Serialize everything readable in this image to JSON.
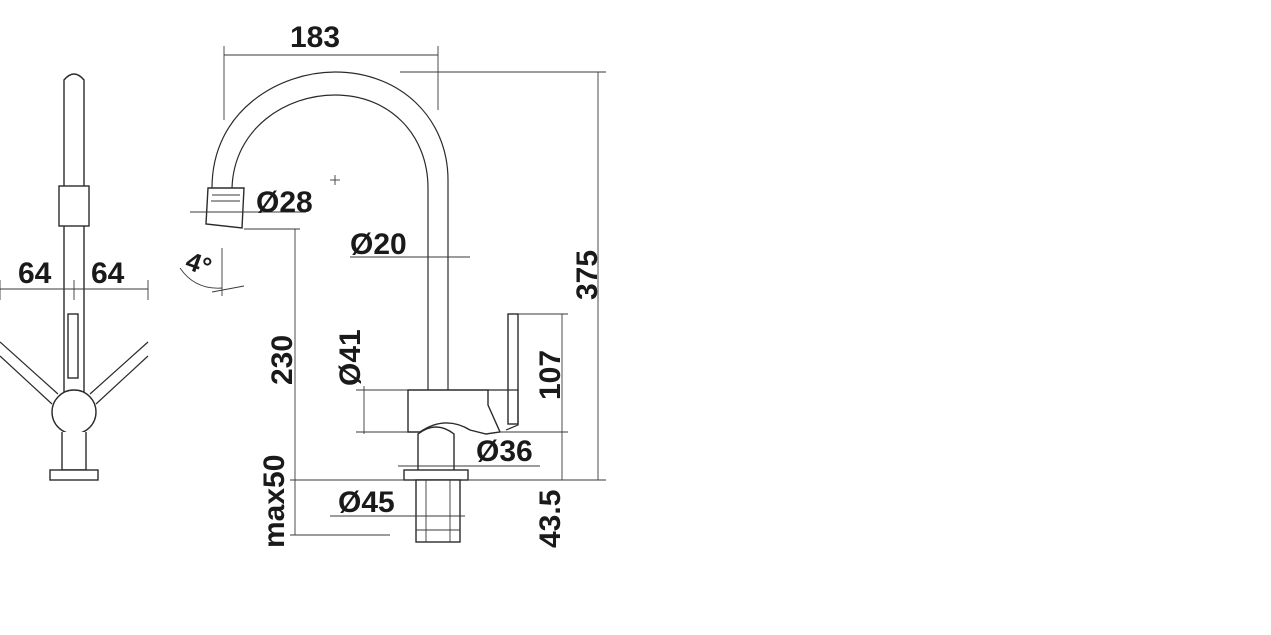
{
  "dimensions": {
    "width_183": "183",
    "height_375": "375",
    "dia_28": "Ø28",
    "dia_20": "Ø20",
    "angle_4": "4°",
    "height_230": "230",
    "dia_41": "Ø41",
    "height_107": "107",
    "dia_36": "Ø36",
    "max_50": "max50",
    "dia_45": "Ø45",
    "height_43_5": "43.5",
    "side_left_64": "64",
    "side_right_64": "64"
  },
  "colors": {
    "line": "#2b2b2b",
    "background": "#ffffff"
  }
}
